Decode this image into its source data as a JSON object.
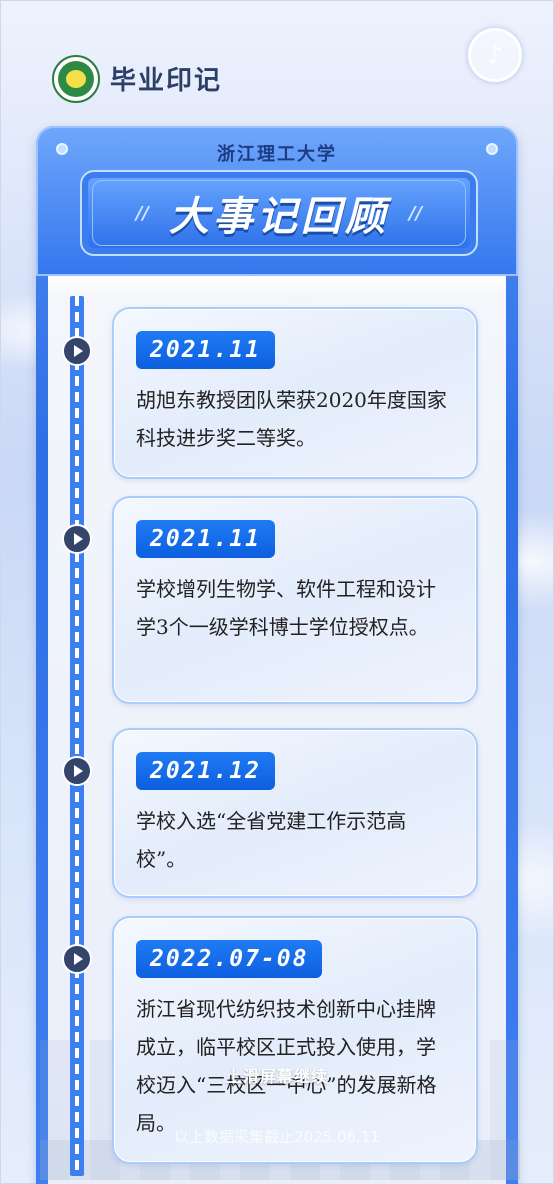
{
  "header": {
    "app_title": "毕业印记",
    "logo_icon": "university-logo-icon",
    "audio_icon": "music-icon"
  },
  "board": {
    "school": "浙江理工大学",
    "title": "大事记回顾",
    "slash_left": "//",
    "slash_right": "//"
  },
  "timeline": [
    {
      "date": "2021.11",
      "text": "胡旭东教授团队荣获2020年度国家科技进步奖二等奖。"
    },
    {
      "date": "2021.11",
      "text": "学校增列生物学、软件工程和设计学3个一级学科博士学位授权点。"
    },
    {
      "date": "2021.12",
      "text": "学校入选“全省党建工作示范高校”。"
    },
    {
      "date": "2022.07-08",
      "text": "浙江省现代纺织技术创新中心挂牌成立，临平校区正式投入使用，学校迈入“三校区一中心”的发展新格局。"
    }
  ],
  "footer": {
    "swipe_hint": "上滑屏幕继续",
    "deadline": "以上数据采集截止2025.06.11"
  },
  "colors": {
    "accent_blue": "#2f6fe6",
    "node": "#34446a",
    "title_text": "#2b3f67"
  }
}
